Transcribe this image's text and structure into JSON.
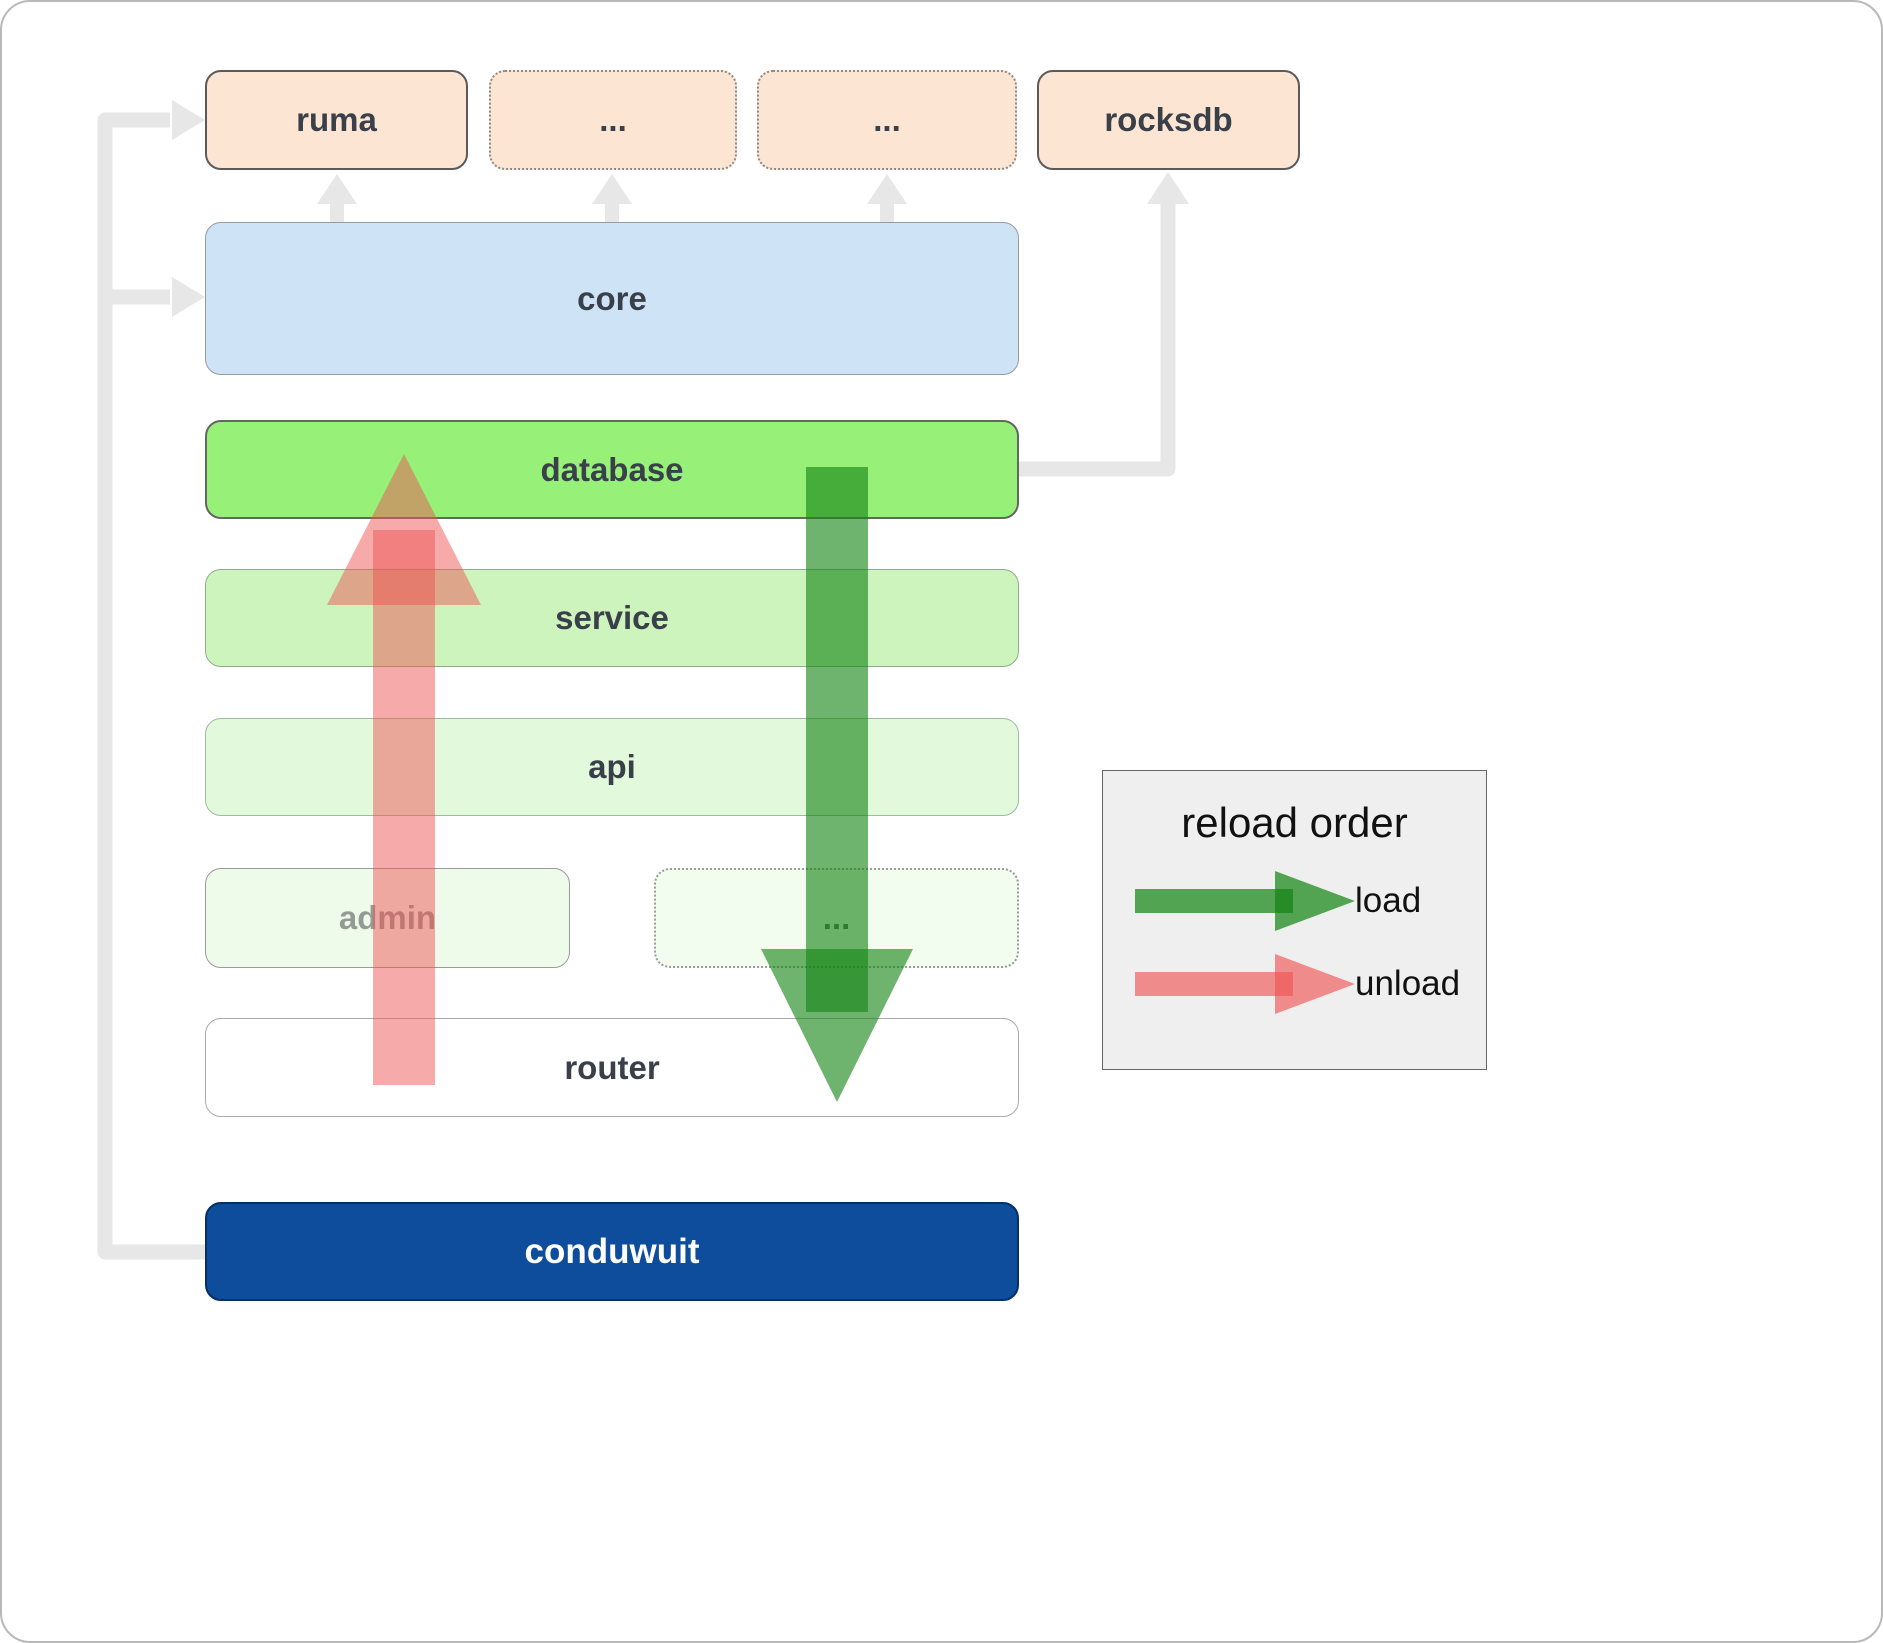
{
  "boxes": {
    "ruma": "ruma",
    "ext_a": "...",
    "ext_b": "...",
    "rocksdb": "rocksdb",
    "core": "core",
    "database": "database",
    "service": "service",
    "api": "api",
    "admin": "admin",
    "more_services": "...",
    "router": "router",
    "conduwuit": "conduwuit"
  },
  "legend": {
    "title": "reload order",
    "load": "load",
    "unload": "unload"
  },
  "colors": {
    "crate_fill": "#fce5d2",
    "core_fill": "#cfe3f7",
    "database_fill": "#97f078",
    "service_fill": "#cdf4bc",
    "api_fill": "#e3f9dc",
    "admin_fill": "#effbea",
    "router_fill": "#ffffff",
    "conduwuit_fill": "#0d4d9c",
    "load_arrow": "#158515",
    "unload_arrow": "#ee5555",
    "connector_gray": "#e7e7e7"
  }
}
